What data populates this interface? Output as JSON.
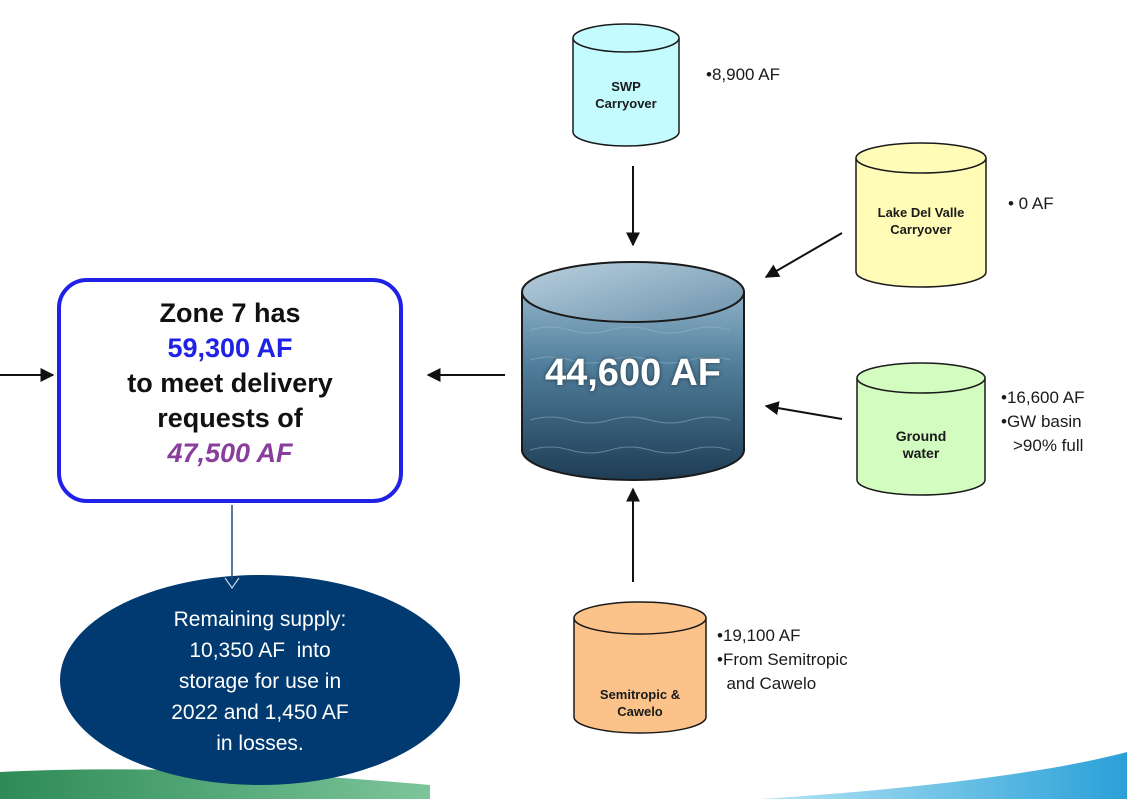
{
  "colors": {
    "swp": "#c4fbff",
    "lake": "#fffcb8",
    "ground": "#d3fcc0",
    "semitropic": "#fbc38a",
    "zone_border": "#1f22e6",
    "zone_available": "#1f22e6",
    "zone_requests": "#8a3e9c",
    "remaining_fill": "#003a70",
    "main_water": "#3f6e8c"
  },
  "sources": {
    "swp": {
      "label_lines": [
        "SWP",
        "Carryover"
      ],
      "notes": [
        "•8,900 AF"
      ]
    },
    "lake_del_valle": {
      "label_lines": [
        "Lake Del Valle",
        "Carryover"
      ],
      "notes": [
        "• 0  AF"
      ]
    },
    "groundwater": {
      "label_lines": [
        "Ground",
        "water"
      ],
      "notes": [
        "•16,600 AF",
        "•GW basin",
        ">90% full"
      ]
    },
    "semitropic": {
      "label_lines": [
        "Semitropic &",
        "Cawelo"
      ],
      "notes": [
        "•19,100 AF",
        "•From Semitropic",
        "  and Cawelo"
      ]
    }
  },
  "main_storage": {
    "value_label": "44,600 AF"
  },
  "zone": {
    "line1": "Zone 7 has",
    "available": "59,300 AF",
    "line3": "to meet delivery",
    "line4": "requests of",
    "requests": "47,500 AF"
  },
  "remaining": {
    "lines": [
      "Remaining supply:",
      "10,350 AF  into",
      "storage for use in",
      "2022 and 1,450 AF",
      "in losses."
    ]
  }
}
